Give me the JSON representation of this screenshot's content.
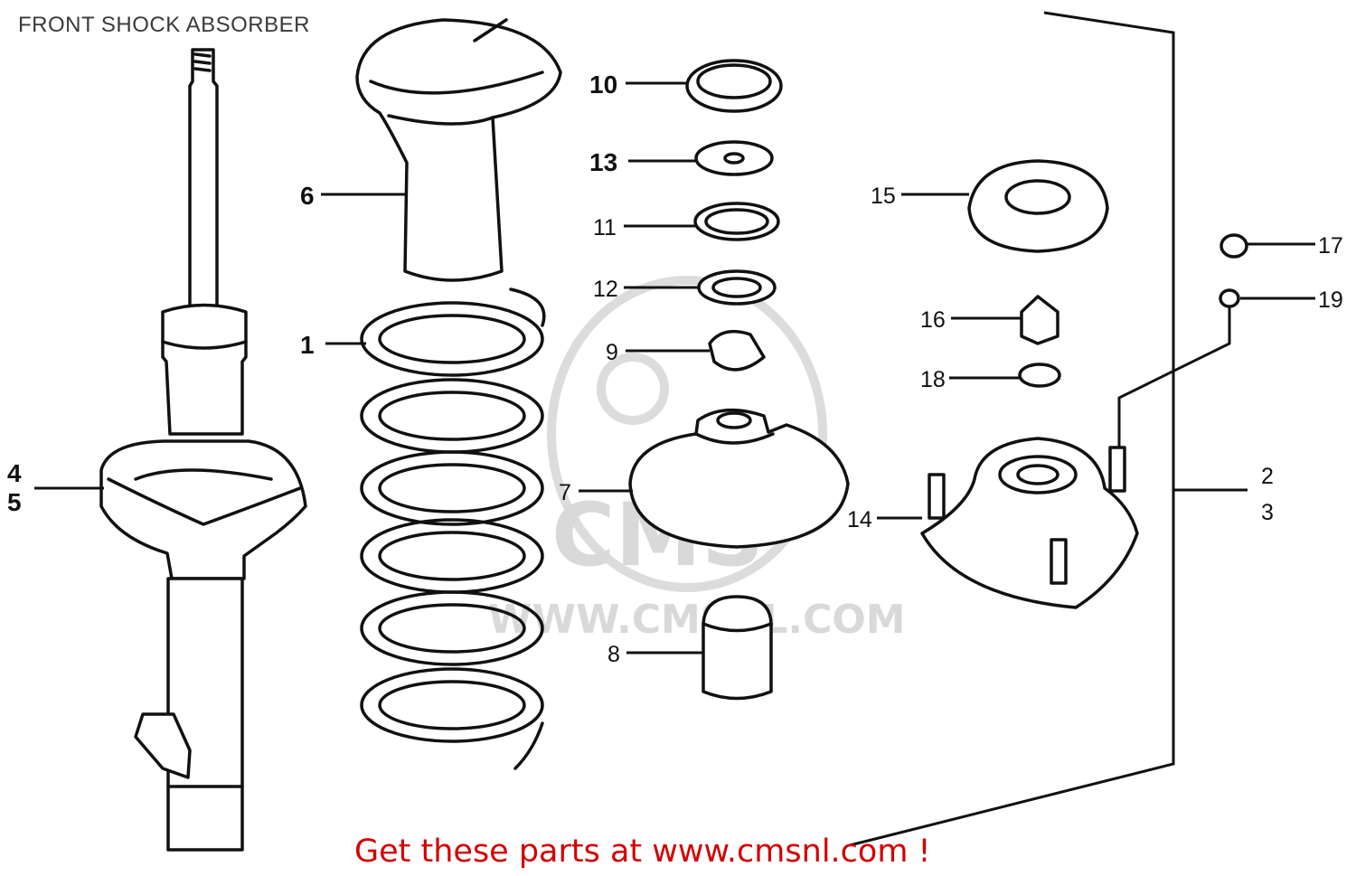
{
  "title": "FRONT SHOCK ABSORBER",
  "footer": "Get these parts at www.cmsnl.com !",
  "watermark": {
    "logo_text": "CMS",
    "url_text": "WWW.CMSNL.COM"
  },
  "callouts": {
    "c1": "1",
    "c2": "2",
    "c3": "3",
    "c4": "4",
    "c5": "5",
    "c6": "6",
    "c7": "7",
    "c8": "8",
    "c9": "9",
    "c10": "10",
    "c11": "11",
    "c12": "12",
    "c13": "13",
    "c14": "14",
    "c15": "15",
    "c16": "16",
    "c17": "17",
    "c18": "18",
    "c19": "19"
  }
}
